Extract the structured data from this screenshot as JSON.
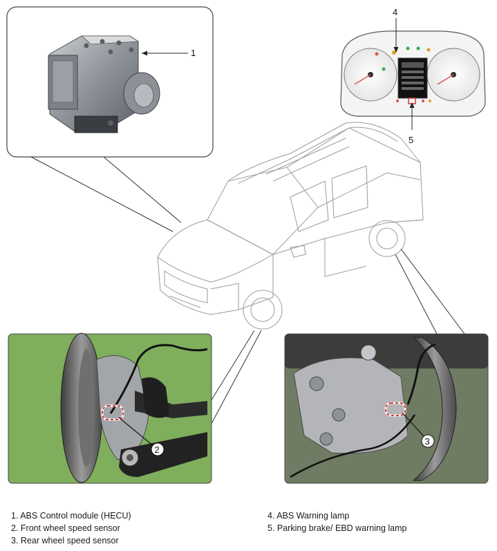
{
  "callouts": {
    "c1": "1",
    "c2": "2",
    "c3": "3",
    "c4": "4",
    "c5": "5"
  },
  "legend": {
    "left": [
      "1. ABS Control module (HECU)",
      "2. Front wheel speed sensor",
      "3. Rear wheel speed sensor"
    ],
    "right": [
      "4. ABS Warning lamp",
      "5. Parking brake/ EBD warning lamp"
    ]
  },
  "colors": {
    "photo_green": "#7fae5c",
    "callout_red": "#d23a3a",
    "line": "#333333"
  }
}
